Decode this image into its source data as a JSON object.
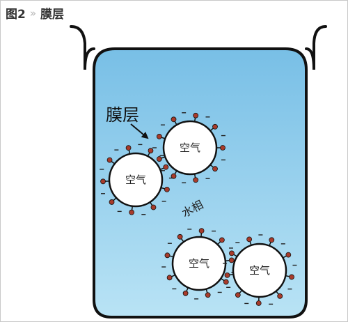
{
  "header": {
    "figure": "图2",
    "separator": "»",
    "title": "膜层"
  },
  "diagram": {
    "film_label": "膜层",
    "water_label": "水相",
    "bubbles": [
      {
        "label": "空气"
      },
      {
        "label": "空气"
      },
      {
        "label": "空气"
      },
      {
        "label": "空气"
      }
    ]
  },
  "colors": {
    "water_top": "#78bfe6",
    "water_bottom": "#b9e3f5",
    "bubble_fill": "#ffffff",
    "outline": "#111111",
    "molecule_head": "#a83b2b",
    "charge_sign": "#222222"
  }
}
